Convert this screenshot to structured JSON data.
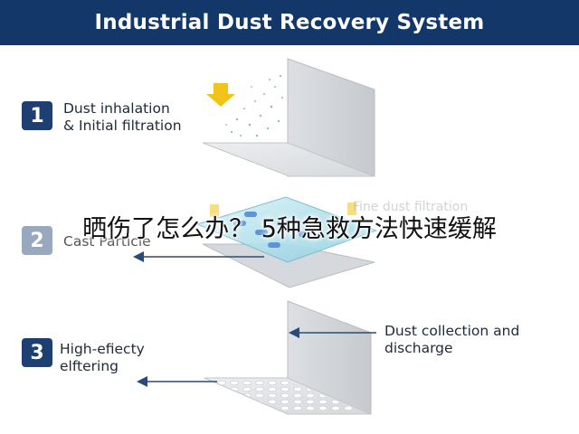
{
  "title": "Industrial Dust Recovery System",
  "steps": [
    {
      "number": "1",
      "label": "Dust inhalation\n& Initial filtration"
    },
    {
      "number": "2",
      "label": "Cast Particle"
    },
    {
      "number": "3",
      "label": "High-efiecty\nelftering"
    }
  ],
  "callouts": {
    "dust_collection": "Dust collection and\ndischarge",
    "faded_upper_right": "Fine dust filtration"
  },
  "overlay_caption": "晒伤了怎么办？ 5种急救方法快速缓解",
  "colors": {
    "header_bg": "#14376a",
    "badge_bg": "#1d3f72",
    "arrow_yellow": "#f2c318",
    "arrow_line": "#2b4a78"
  }
}
